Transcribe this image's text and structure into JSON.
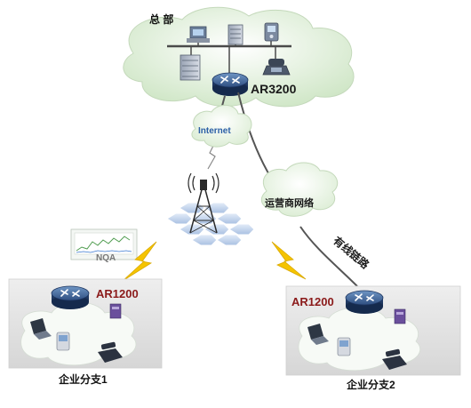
{
  "hq": {
    "label": "总 部",
    "router_label": "AR3200"
  },
  "internet": {
    "label": "Internet"
  },
  "carrier": {
    "label": "运营商网络"
  },
  "wired_link": {
    "label": "有线链路"
  },
  "nqa": {
    "label": "NQA"
  },
  "branch1": {
    "router_label": "AR1200",
    "caption": "企业分支1"
  },
  "branch2": {
    "router_label": "AR1200",
    "caption": "企业分支2"
  },
  "colors": {
    "cloud": "#dff0d6",
    "router_dark": "#24406e",
    "router_light": "#5e87b7",
    "branch_router_label": "#8b1a1a",
    "hex_cell": "#c8d8ef",
    "lightning": "#f5c400",
    "link_line": "#555555"
  }
}
